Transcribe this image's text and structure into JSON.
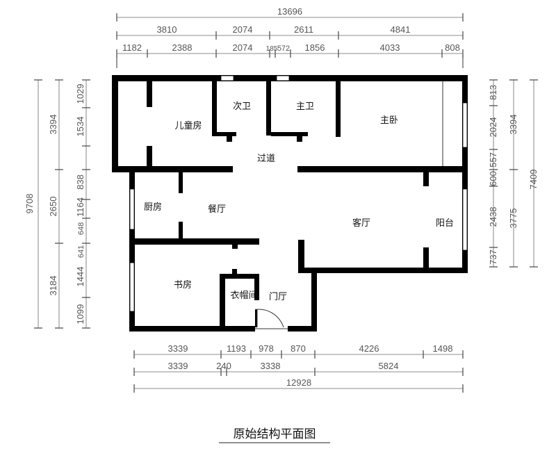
{
  "title": "原始结构平面图",
  "rooms": {
    "children_room": "儿童房",
    "second_bath": "次卫",
    "master_bath": "主卫",
    "master_bedroom": "主卧",
    "corridor": "过道",
    "kitchen": "厨房",
    "dining": "餐厅",
    "living": "客厅",
    "balcony": "阳台",
    "study": "书房",
    "cloakroom": "衣帽间",
    "foyer": "门厅"
  },
  "dimensions": {
    "top_total": "13696",
    "top_row2": [
      "3810",
      "2074",
      "2611",
      "4841"
    ],
    "top_row3": [
      "1182",
      "2388",
      "2074",
      "185",
      "572",
      "1856",
      "4033",
      "808"
    ],
    "bottom_row1": [
      "3339",
      "1193",
      "978",
      "870",
      "4226",
      "1498"
    ],
    "bottom_row2": [
      "3339",
      "240",
      "3338",
      "5824"
    ],
    "bottom_total": "12928",
    "left_total": "9708",
    "left_row2": [
      "3394",
      "2650",
      "3184"
    ],
    "left_row3": [
      "1029",
      "1534",
      "838",
      "1164",
      "648",
      "641",
      "1444",
      "1099"
    ],
    "right_row1": [
      "813",
      "2024",
      "557",
      "600",
      "2438",
      "737"
    ],
    "right_row2": [
      "3394",
      "3775"
    ],
    "right_total": "7409"
  }
}
